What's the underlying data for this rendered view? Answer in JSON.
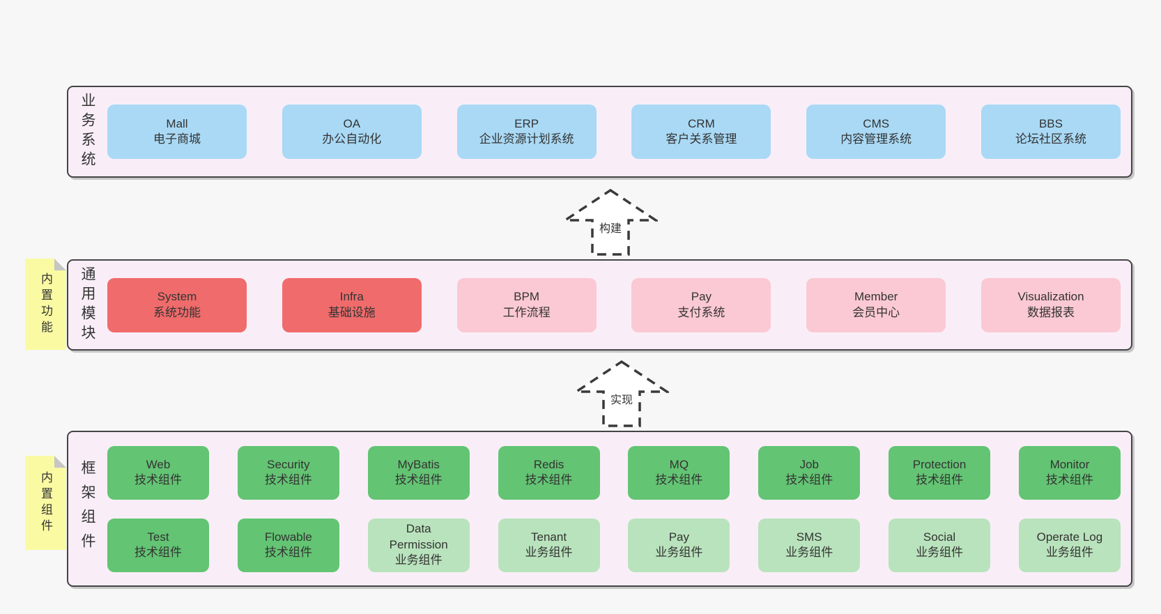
{
  "colors": {
    "page_background": "#f7f7f7",
    "layer_background": "#f9eef8",
    "layer_border": "#454545",
    "blue_box": "#a9d9f5",
    "red_box": "#f06b6b",
    "pink_box": "#fbc9d3",
    "green_box": "#63c473",
    "light_green_box": "#b9e3bc",
    "sticky_note": "#fafaa2",
    "note_fold": "#c6c6c6",
    "text": "#333333"
  },
  "layers": {
    "business": {
      "label": "业务系统",
      "boxes": [
        {
          "name": "Mall",
          "desc": "电子商城"
        },
        {
          "name": "OA",
          "desc": "办公自动化"
        },
        {
          "name": "ERP",
          "desc": "企业资源计划系统"
        },
        {
          "name": "CRM",
          "desc": "客户关系管理"
        },
        {
          "name": "CMS",
          "desc": "内容管理系统"
        },
        {
          "name": "BBS",
          "desc": "论坛社区系统"
        }
      ]
    },
    "modules": {
      "label": "通用模块",
      "note": "内置功能",
      "boxes": [
        {
          "name": "System",
          "desc": "系统功能"
        },
        {
          "name": "Infra",
          "desc": "基础设施"
        },
        {
          "name": "BPM",
          "desc": "工作流程"
        },
        {
          "name": "Pay",
          "desc": "支付系统"
        },
        {
          "name": "Member",
          "desc": "会员中心"
        },
        {
          "name": "Visualization",
          "desc": "数据报表"
        }
      ]
    },
    "framework": {
      "label": "框架组件",
      "note": "内置组件",
      "row1": [
        {
          "name": "Web",
          "desc": "技术组件"
        },
        {
          "name": "Security",
          "desc": "技术组件"
        },
        {
          "name": "MyBatis",
          "desc": "技术组件"
        },
        {
          "name": "Redis",
          "desc": "技术组件"
        },
        {
          "name": "MQ",
          "desc": "技术组件"
        },
        {
          "name": "Job",
          "desc": "技术组件"
        },
        {
          "name": "Protection",
          "desc": "技术组件"
        },
        {
          "name": "Monitor",
          "desc": "技术组件"
        }
      ],
      "row2": [
        {
          "name": "Test",
          "desc": "技术组件"
        },
        {
          "name": "Flowable",
          "desc": "技术组件"
        },
        {
          "name": "Data Permission",
          "desc": "业务组件"
        },
        {
          "name": "Tenant",
          "desc": "业务组件"
        },
        {
          "name": "Pay",
          "desc": "业务组件"
        },
        {
          "name": "SMS",
          "desc": "业务组件"
        },
        {
          "name": "Social",
          "desc": "业务组件"
        },
        {
          "name": "Operate Log",
          "desc": "业务组件"
        }
      ]
    }
  },
  "arrows": {
    "build": "构建",
    "implement": "实现"
  }
}
